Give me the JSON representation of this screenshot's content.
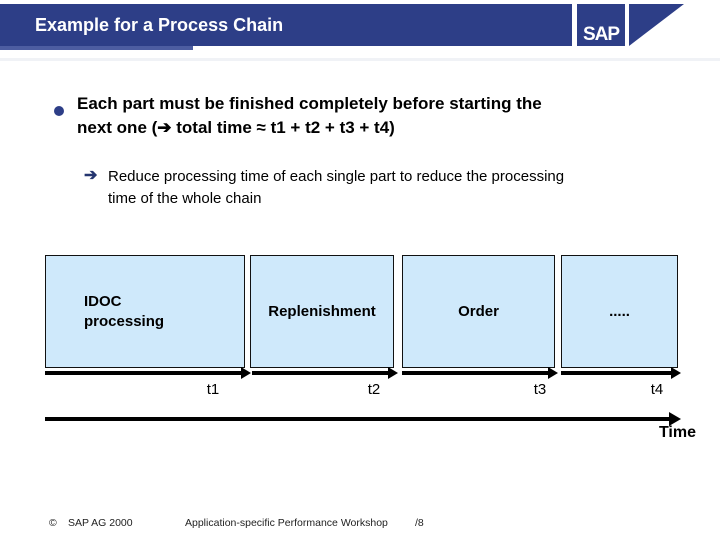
{
  "header": {
    "title": "Example for a Process Chain",
    "logo_text": "SAP",
    "bar_color": "#2d3e87",
    "accent_strip_color": "#4d5da1"
  },
  "content": {
    "main_bullet": "Each part must be finished completely before starting the\nnext one (➔ total time ≈ t1 + t2 + t3 + t4)",
    "sub_bullet_arrow": "➔",
    "sub_bullet": "Reduce processing time of each single part to reduce the processing\ntime of the whole chain"
  },
  "process_chain": {
    "box_fill": "#cfe9fb",
    "boxes": [
      {
        "label": "IDOC\nprocessing",
        "time_label": "t1"
      },
      {
        "label": "Replenishment",
        "time_label": "t2"
      },
      {
        "label": "Order",
        "time_label": "t3"
      },
      {
        "label": ".....",
        "time_label": "t4"
      }
    ],
    "axis_label": "Time"
  },
  "footer": {
    "copyright_symbol": "©",
    "copyright": "SAP AG 2000",
    "center_text": "Application-specific Performance Workshop",
    "page": "/8"
  }
}
